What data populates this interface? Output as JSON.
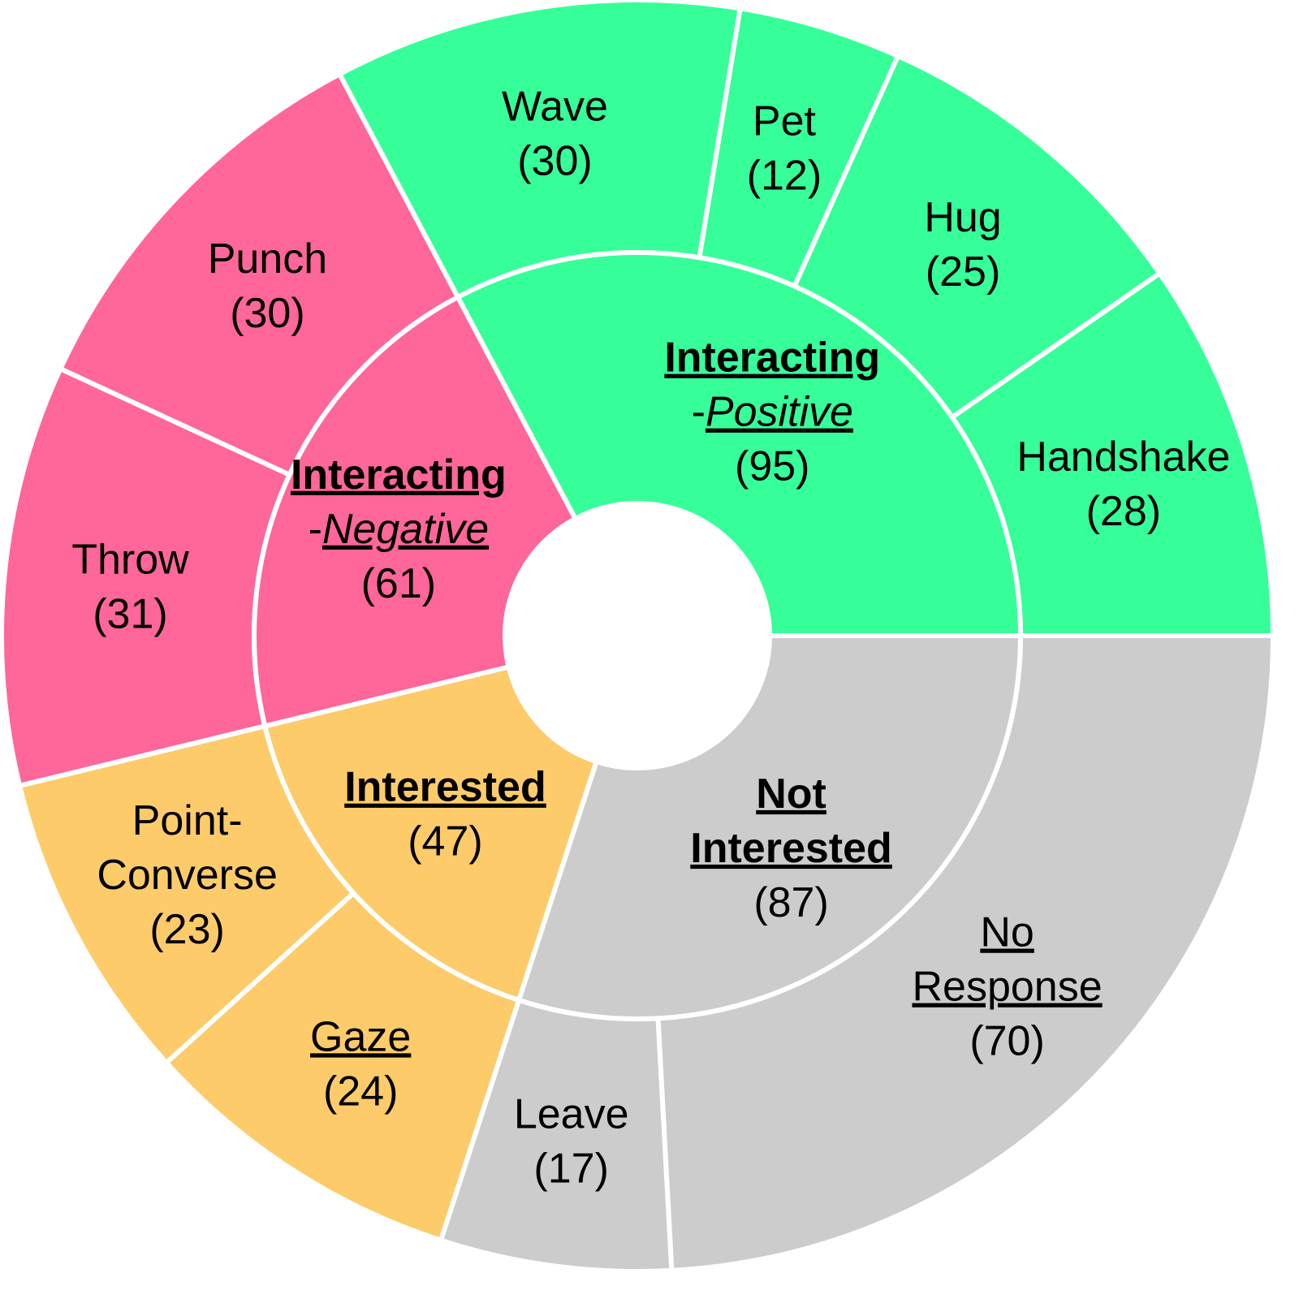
{
  "chart_data": {
    "type": "sunburst",
    "colors": {
      "positive": "#36ff99",
      "negative": "#ff6699",
      "interested": "#fdcb6a",
      "not_interested": "#cccccc"
    },
    "inner": [
      {
        "id": "positive",
        "name_main": "Interacting",
        "name_sub": "Positive",
        "count": "(95)",
        "value": 95,
        "color_key": "positive"
      },
      {
        "id": "negative",
        "name_main": "Interacting",
        "name_sub": "Negative",
        "count": "(61)",
        "value": 61,
        "color_key": "negative"
      },
      {
        "id": "interested",
        "name_main": "Interested",
        "name_sub": "",
        "count": "(47)",
        "value": 47,
        "color_key": "interested"
      },
      {
        "id": "not_interested",
        "name_main": "Not",
        "name_sub": "Interested",
        "count": "(87)",
        "value": 87,
        "color_key": "not_interested"
      }
    ],
    "outer": [
      {
        "id": "handshake",
        "parent": "positive",
        "lines": [
          "Handshake"
        ],
        "count": "(28)",
        "value": 28,
        "underline": false
      },
      {
        "id": "hug",
        "parent": "positive",
        "lines": [
          "Hug"
        ],
        "count": "(25)",
        "value": 25,
        "underline": false
      },
      {
        "id": "pet",
        "parent": "positive",
        "lines": [
          "Pet"
        ],
        "count": "(12)",
        "value": 12,
        "underline": false
      },
      {
        "id": "wave",
        "parent": "positive",
        "lines": [
          "Wave"
        ],
        "count": "(30)",
        "value": 30,
        "underline": false
      },
      {
        "id": "punch",
        "parent": "negative",
        "lines": [
          "Punch"
        ],
        "count": "(30)",
        "value": 30,
        "underline": false
      },
      {
        "id": "throw",
        "parent": "negative",
        "lines": [
          "Throw"
        ],
        "count": "(31)",
        "value": 31,
        "underline": false
      },
      {
        "id": "point_converse",
        "parent": "interested",
        "lines": [
          "Point-",
          "Converse"
        ],
        "count": "(23)",
        "value": 23,
        "underline": false
      },
      {
        "id": "gaze",
        "parent": "interested",
        "lines": [
          "Gaze"
        ],
        "count": "(24)",
        "value": 24,
        "underline": true
      },
      {
        "id": "leave",
        "parent": "not_interested",
        "lines": [
          "Leave"
        ],
        "count": "(17)",
        "value": 17,
        "underline": false
      },
      {
        "id": "no_response",
        "parent": "not_interested",
        "lines": [
          "No",
          "Response"
        ],
        "count": "(70)",
        "value": 70,
        "underline": true
      }
    ]
  }
}
